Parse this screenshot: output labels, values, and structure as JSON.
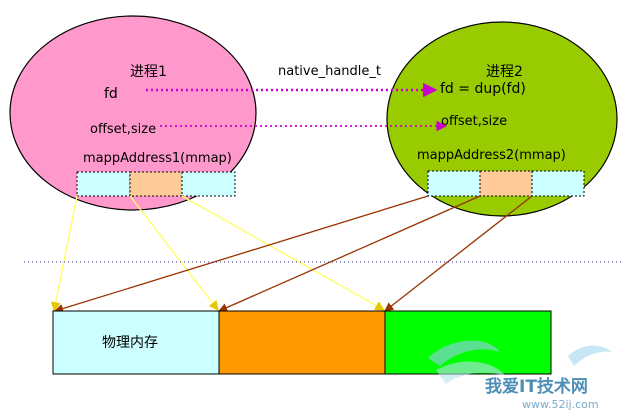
{
  "process1": {
    "title": "进程1",
    "fd_label": "fd",
    "offset_label": "offset,size",
    "mmap_label": "mappAddress1(mmap)"
  },
  "process2": {
    "title": "进程2",
    "fd_label": "fd = dup(fd)",
    "offset_label": "offset,size",
    "mmap_label": "mappAddress2(mmap)"
  },
  "transfer_label": "native_handle_t",
  "physical_memory": {
    "label": "物理内存"
  },
  "watermark": {
    "text": "我爱IT技术网",
    "url": "www.52ij.com"
  },
  "colors": {
    "process1_fill": "#ff99cc",
    "process2_fill": "#99cc00",
    "segment_a": "#ccffff",
    "segment_b": "#ffcc99",
    "memory_a": "#ccffff",
    "memory_b": "#ff9900",
    "memory_c": "#00ff00",
    "fd_arrow": "#cc00cc",
    "p1_mapping_line": "#ffff66",
    "p2_mapping_line": "#993300",
    "separator": "#333399"
  }
}
